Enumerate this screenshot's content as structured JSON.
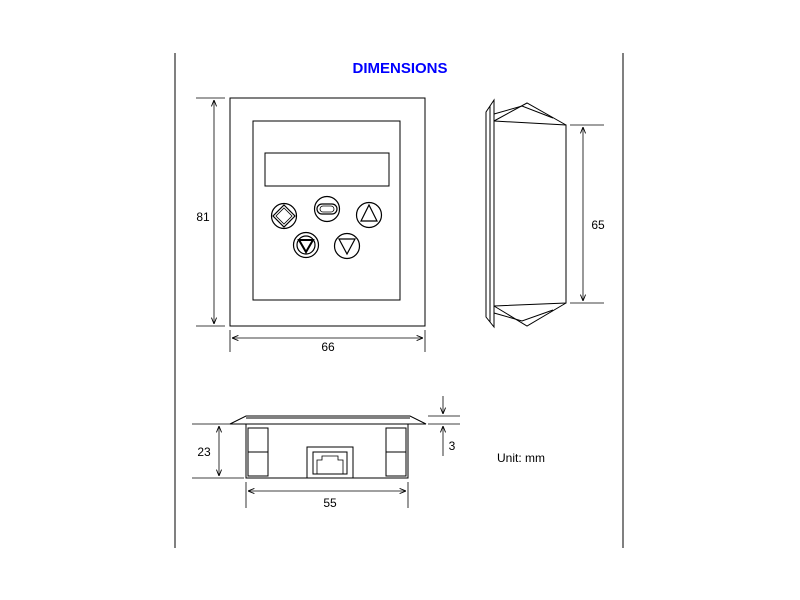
{
  "title": "DIMENSIONS",
  "unit_label": "Unit: mm",
  "dimensions": {
    "front_height": "81",
    "front_width": "66",
    "side_height": "65",
    "bottom_height": "23",
    "bottom_width": "55",
    "bezel_thickness": "3"
  },
  "colors": {
    "title": "#0000ff",
    "lines": "#000000",
    "panel_fill": "#ffffff",
    "button_fill": "#ffffff"
  },
  "keypad_icons": [
    "diamond-left-right-icon",
    "oval-enter-icon",
    "triangle-up-icon",
    "circle-triangle-down-icon",
    "triangle-down-icon"
  ]
}
